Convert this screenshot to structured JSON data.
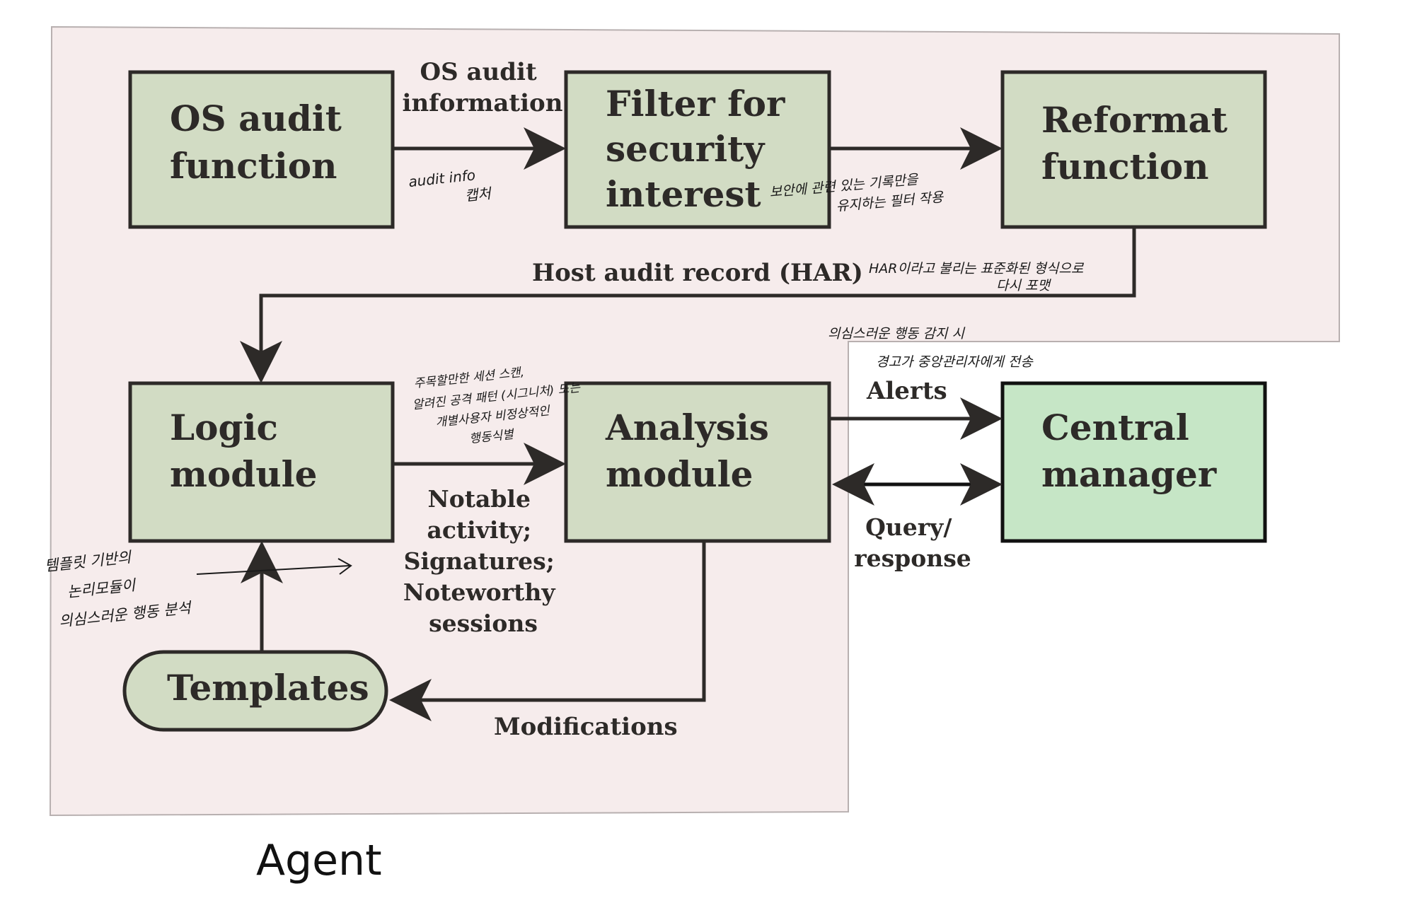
{
  "boxes": {
    "os_audit": [
      "OS audit",
      "function"
    ],
    "filter": [
      "Filter for",
      "security",
      "interest"
    ],
    "reformat": [
      "Reformat",
      "function"
    ],
    "logic": [
      "Logic",
      "module"
    ],
    "analysis": [
      "Analysis",
      "module"
    ],
    "central": [
      "Central",
      "manager"
    ],
    "templates": "Templates"
  },
  "edge_labels": {
    "os_audit_info": [
      "OS audit",
      "information"
    ],
    "har": "Host audit record (HAR)",
    "notable": [
      "Notable",
      "activity;",
      "Signatures;",
      "Noteworthy",
      "sessions"
    ],
    "alerts": "Alerts",
    "query": [
      "Query/",
      "response"
    ],
    "modifications": "Modifications"
  },
  "handwritten_notes": {
    "audit_capture": [
      "audit info",
      "캡처"
    ],
    "filter_note": [
      "보안에 관련 있는 기록만을",
      "유지하는 필터 작용"
    ],
    "har_note": [
      "HAR이라고 불리는 표준화된 형식으로",
      "다시 포맷"
    ],
    "alert_note": [
      "의심스러운 행동 감지 시",
      "경고가 중앙관리자에게 전송"
    ],
    "notable_note": [
      "주목할만한 세션 스캔,",
      "알려진 공격 패턴 (시그니처) 또는",
      "개별사용자 비정상적인",
      "행동식별"
    ],
    "templates_note": [
      "템플릿 기반의",
      "논리모듈이",
      "의심스러운 행동 분석"
    ]
  },
  "caption": "Agent",
  "colors": {
    "agent_bg": "#f6ecec",
    "box_fill": "#d2dcc4",
    "central_fill": "#c6e6c6",
    "line": "#2d2a28"
  }
}
